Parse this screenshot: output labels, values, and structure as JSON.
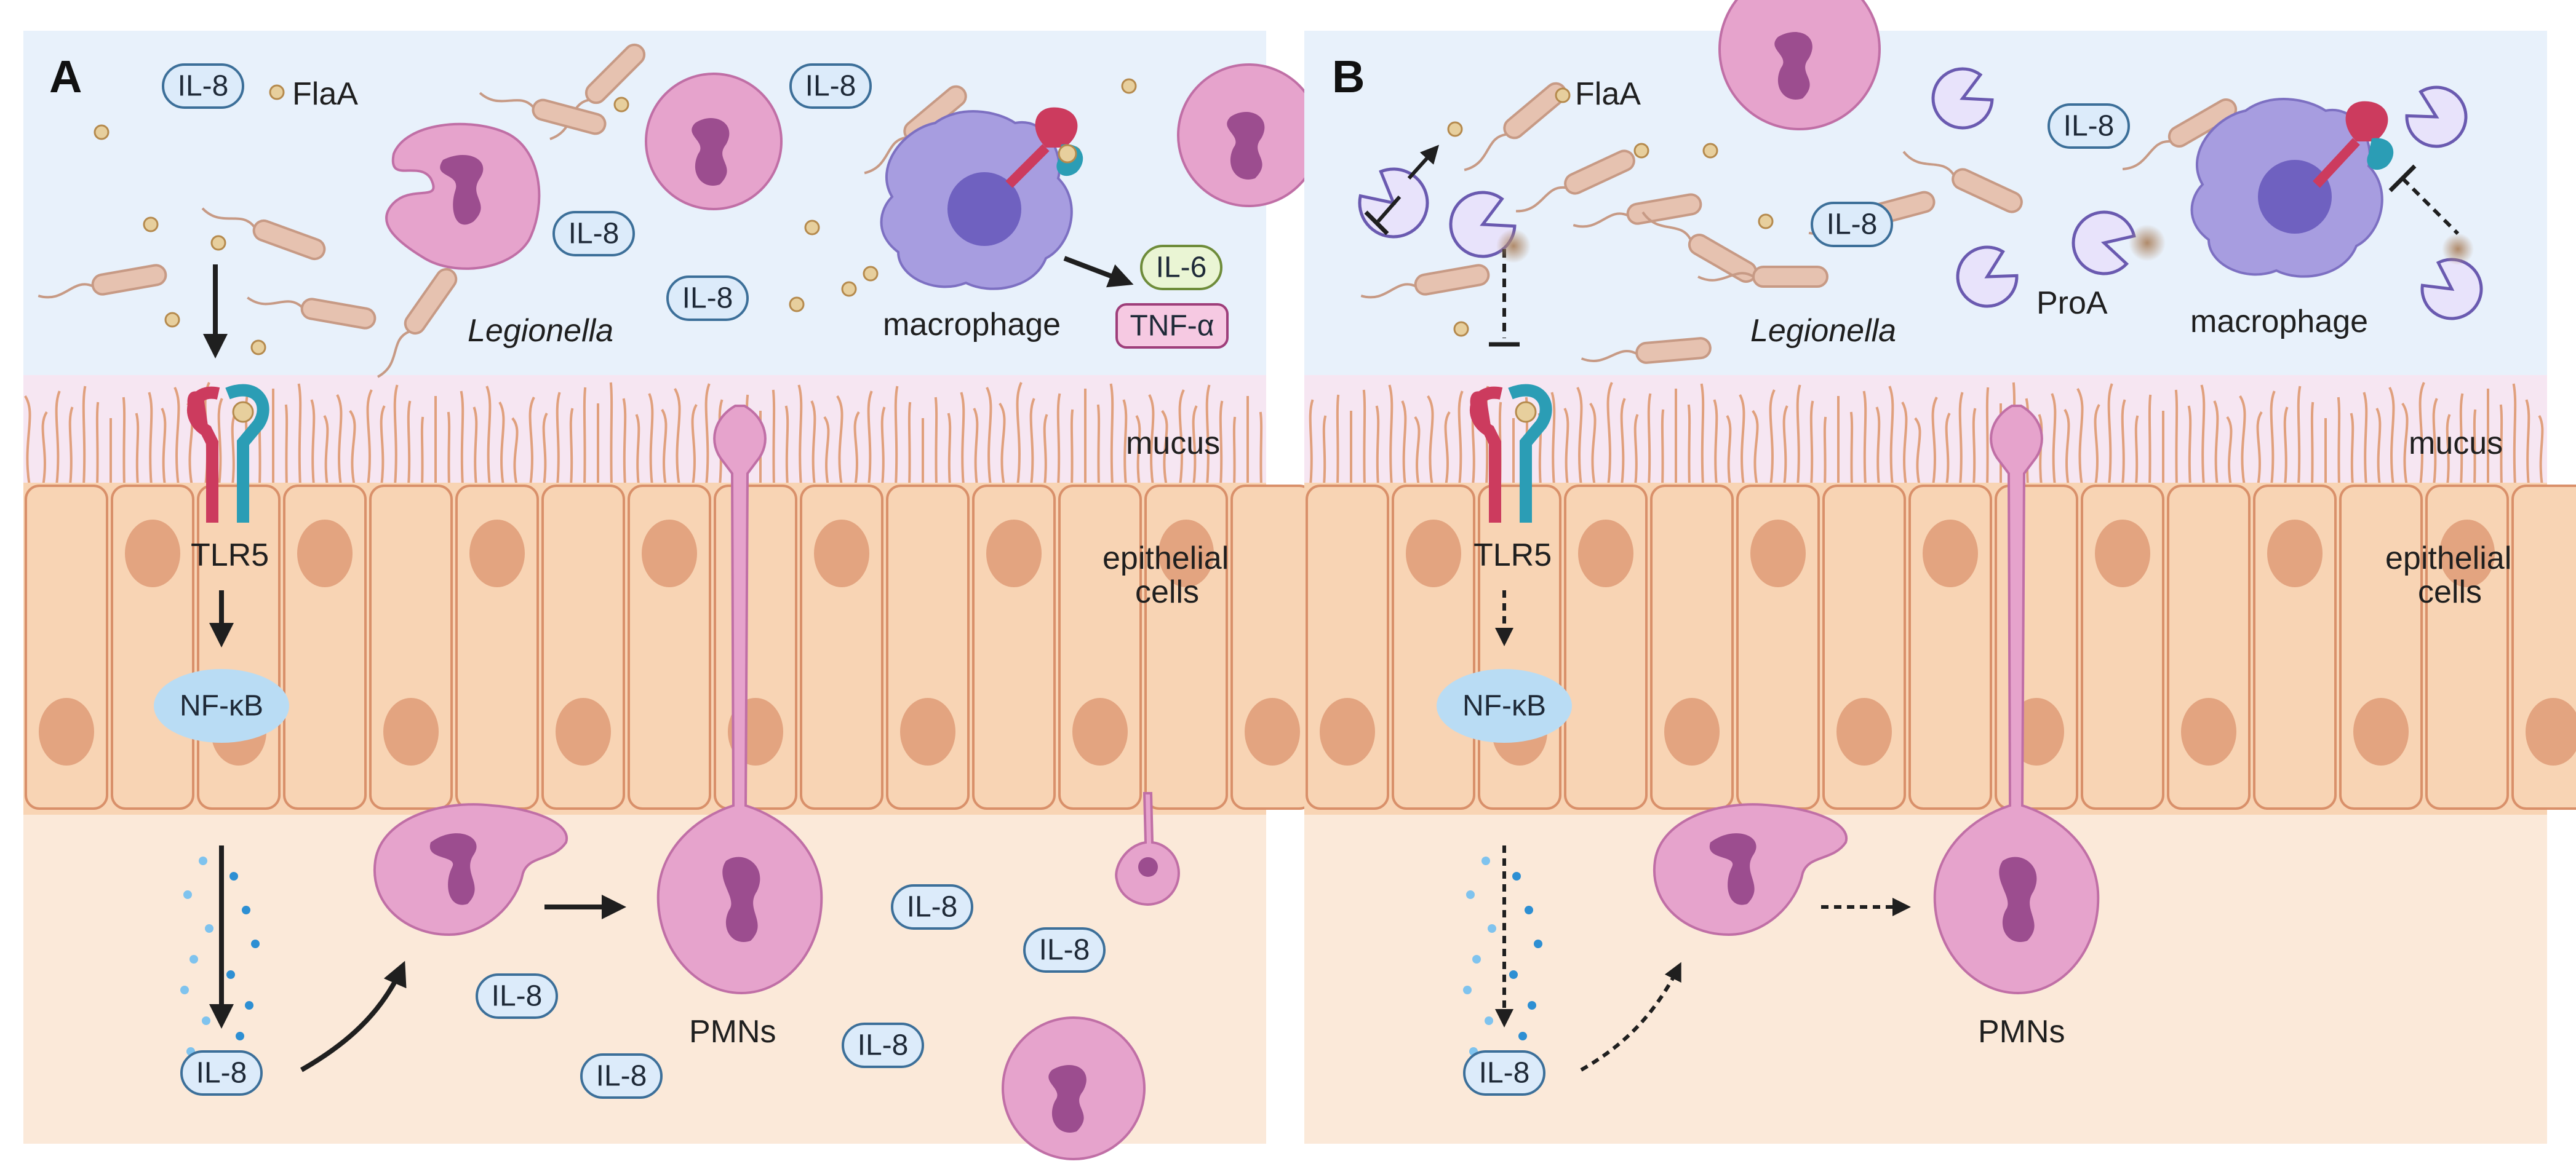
{
  "figure": {
    "panels": [
      {
        "id": "A",
        "letter": "A",
        "labels": {
          "flaA": "FlaA",
          "legionella": "Legionella",
          "macrophage": "macrophage",
          "mucus": "mucus",
          "epithelial_line1": "epithelial",
          "epithelial_line2": "cells",
          "tlr5": "TLR5",
          "nfkb": "NF-κB",
          "pmns": "PMNs"
        },
        "cytokines": {
          "il8": "IL-8",
          "il6": "IL-6",
          "tnfa": "TNF-α"
        },
        "arrow_style": "solid"
      },
      {
        "id": "B",
        "letter": "B",
        "labels": {
          "flaA": "FlaA",
          "legionella": "Legionella",
          "proA": "ProA",
          "macrophage": "macrophage",
          "mucus": "mucus",
          "epithelial_line1": "epithelial",
          "epithelial_line2": "cells",
          "tlr5": "TLR5",
          "nfkb": "NF-κB",
          "pmns": "PMNs"
        },
        "cytokines": {
          "il8": "IL-8"
        },
        "arrow_style": "dashed"
      }
    ],
    "colors": {
      "lumen": "#e8f1fb",
      "tissue": "#fbe9d9",
      "epithelium": "#f8d4b4",
      "cell_border": "#d9906a",
      "nucleus": "#e3a480",
      "neutrophil": "#e6a3cc",
      "neutrophil_nucleus": "#9c4d8f",
      "macrophage": "#a79de0",
      "bacteria": "#e6c2b0",
      "proA": "#6a5ab0",
      "tlr5_red": "#cc3b5e",
      "tlr5_teal": "#2b9db5",
      "il8_pill": "#dcebfa",
      "il8_border": "#3c6f99",
      "nfkb": "#b9dcf4",
      "il6_fill": "#eaf5d4",
      "il6_border": "#6e8c3a",
      "tnfa_fill": "#f6c9e2",
      "tnfa_border": "#9e3e7a"
    }
  }
}
